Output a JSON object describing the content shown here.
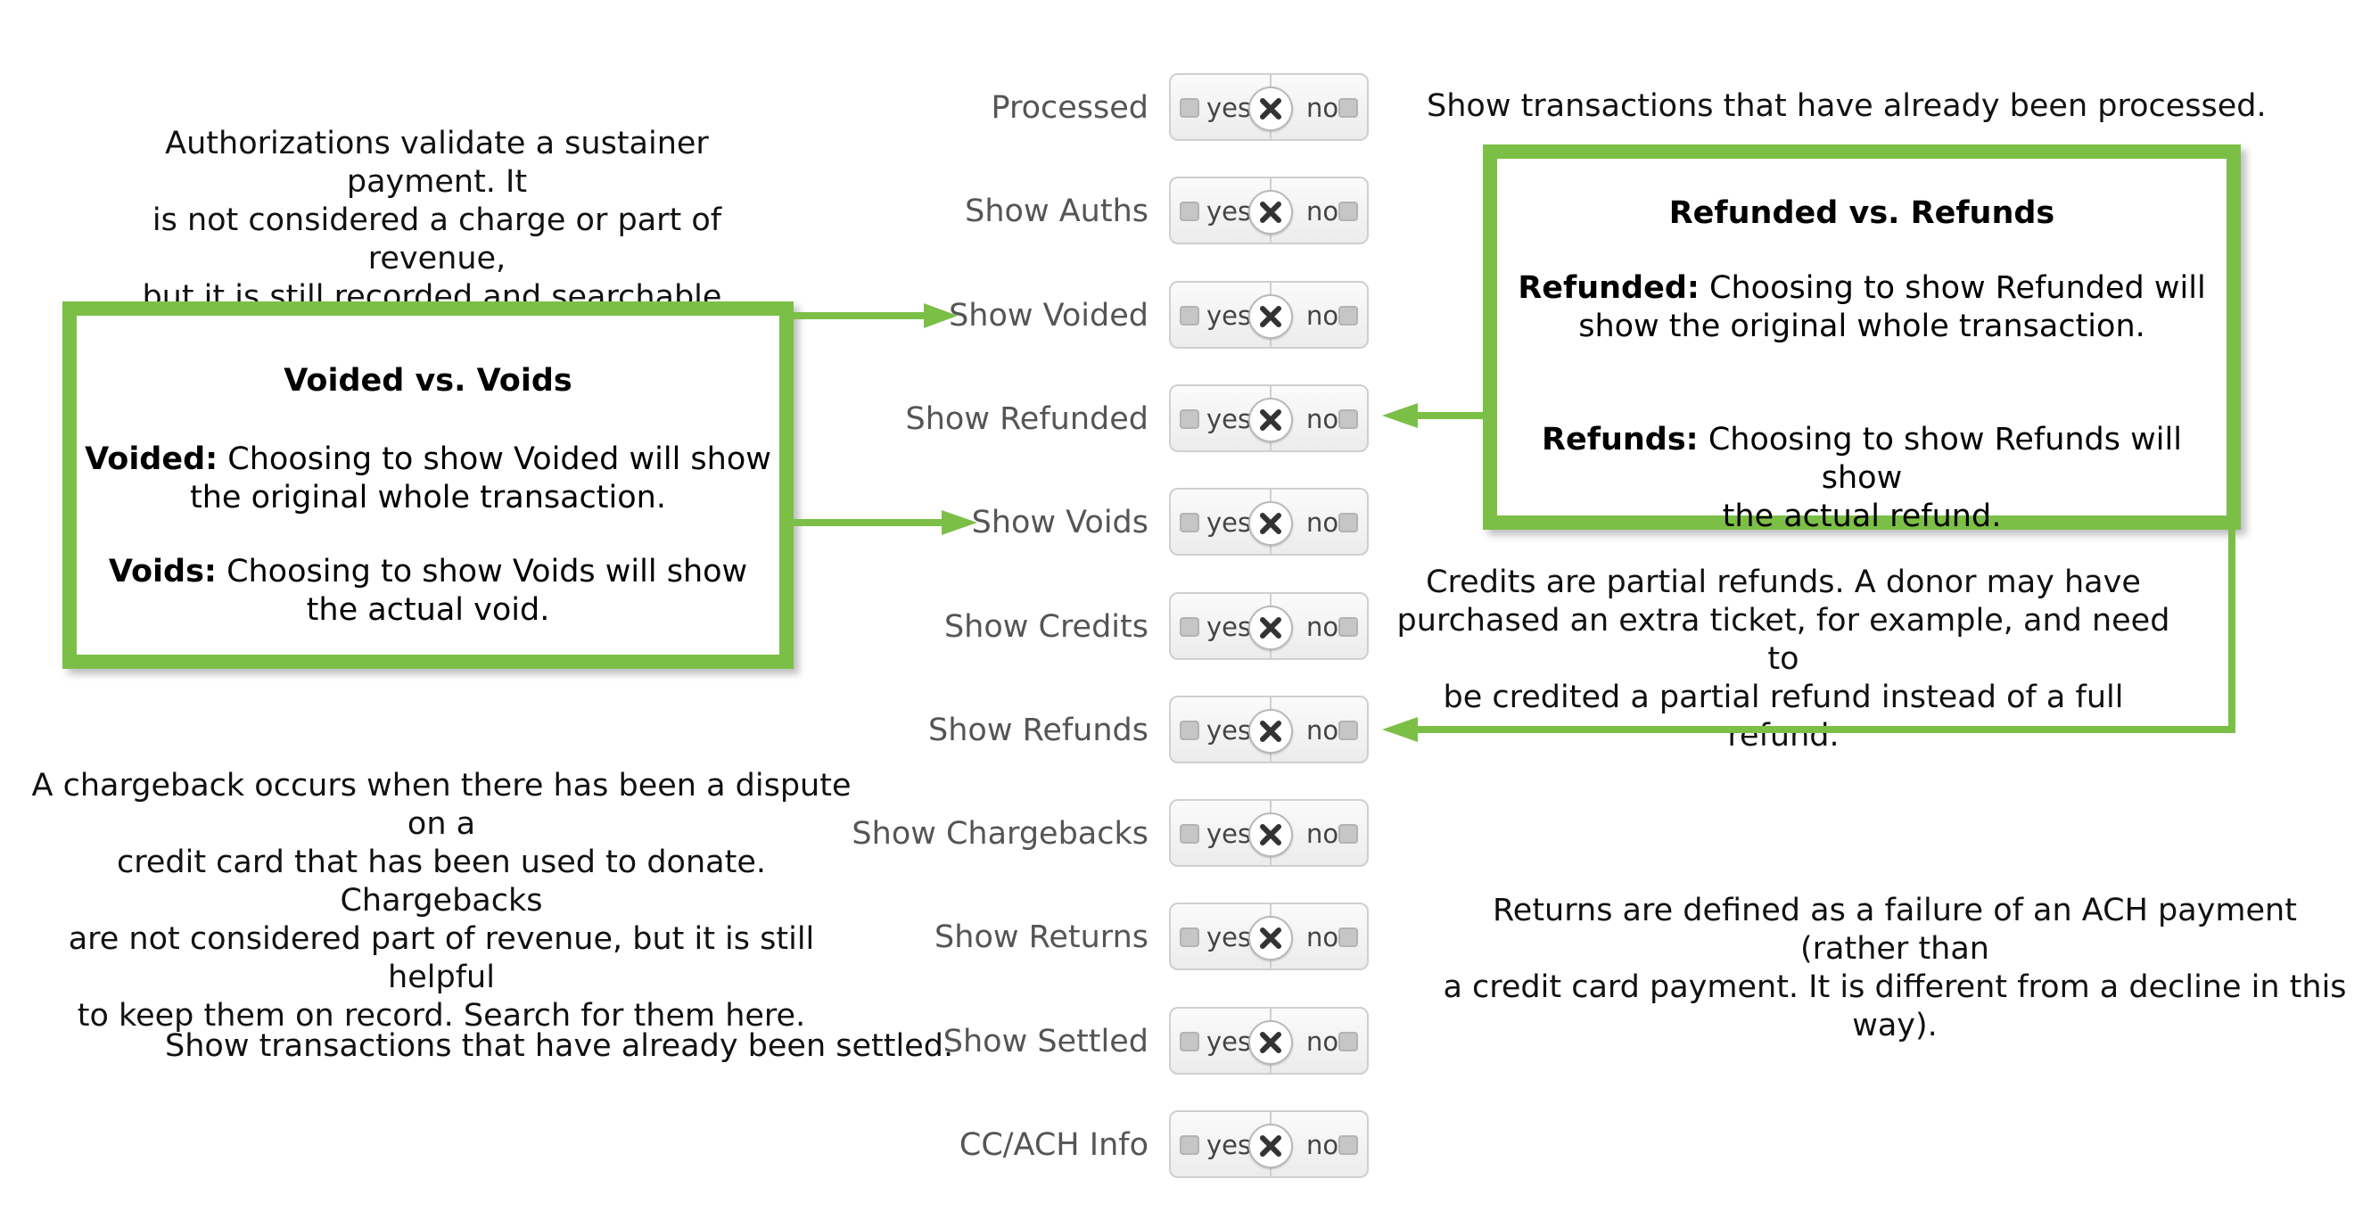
{
  "rows": [
    {
      "label": "Processed"
    },
    {
      "label": "Show Auths"
    },
    {
      "label": "Show Voided"
    },
    {
      "label": "Show Refunded"
    },
    {
      "label": "Show Voids"
    },
    {
      "label": "Show Credits"
    },
    {
      "label": "Show Refunds"
    },
    {
      "label": "Show Chargebacks"
    },
    {
      "label": "Show Returns"
    },
    {
      "label": "Show Settled"
    },
    {
      "label": "CC/ACH Info"
    }
  ],
  "toggle": {
    "yes_label": "yes",
    "no_label": "no"
  },
  "notes": {
    "processed": "Show transactions that have already been processed.",
    "auths_line1": "Authorizations validate a sustainer payment. It",
    "auths_line2": "is not considered a charge or part of revenue,",
    "auths_line3": "but it is still recorded and searchable.",
    "credits_line1": "Credits are partial refunds. A donor may have",
    "credits_line2": "purchased an extra ticket, for example, and need to",
    "credits_line3": "be credited a partial refund instead of a full refund.",
    "chargeback_line1": "A chargeback occurs when there has been a dispute on a",
    "chargeback_line2": "credit card that has been used to donate. Chargebacks",
    "chargeback_line3": "are not considered part of revenue, but it is still helpful",
    "chargeback_line4": "to keep them on record. Search for them here.",
    "returns_line1": "Returns are defined as a failure of an ACH payment (rather than",
    "returns_line2": "a credit card payment. It is different from a decline in this way).",
    "settled": "Show transactions that have already been settled."
  },
  "voided_box": {
    "title": "Voided vs. Voids",
    "p1_bold": "Voided:",
    "p1_line1": " Choosing to show Voided will show",
    "p1_line2": "the original whole transaction.",
    "p2_bold": "Voids:",
    "p2_line1": " Choosing to show Voids will show",
    "p2_line2": "the actual void."
  },
  "refunded_box": {
    "title": "Refunded vs. Refunds",
    "p1_bold": "Refunded:",
    "p1_line1": " Choosing to show Refunded will",
    "p1_line2": "show the original whole transaction.",
    "p2_bold": "Refunds:",
    "p2_line1": " Choosing to show Refunds will show",
    "p2_line2": "the actual refund."
  },
  "colors": {
    "accent_green": "#7cbf47",
    "label_gray": "#555555"
  }
}
